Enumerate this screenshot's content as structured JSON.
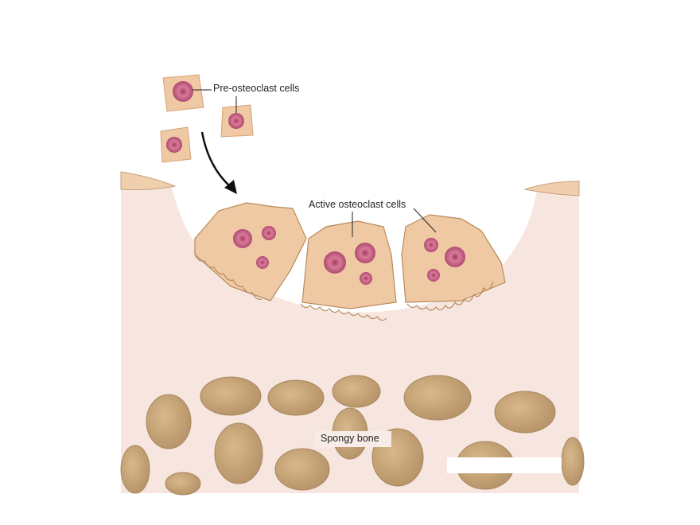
{
  "labels": {
    "pre_osteoclast": "Pre-osteoclast cells",
    "active_osteoclast": "Active osteoclast cells",
    "spongy_bone": "Spongy bone"
  },
  "colors": {
    "bone": "#f7e6e0",
    "pore": "#c9a87a",
    "cell": "#efc9a3",
    "cell_outline": "#b88a5c",
    "nucleus": "#c2567a"
  }
}
